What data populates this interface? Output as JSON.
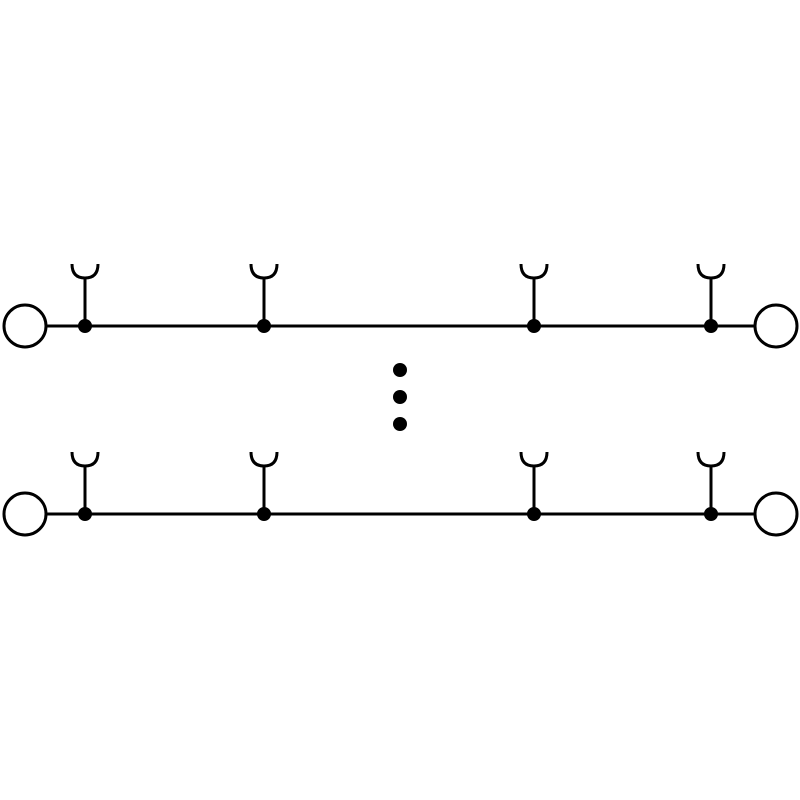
{
  "diagram": {
    "type": "terminal-block-schematic",
    "stroke_color": "#000000",
    "background_color": "#ffffff",
    "rows": [
      {
        "name": "top-row",
        "end_terminals": [
          "left",
          "right"
        ],
        "tap_count": 4,
        "tap_symbol": "plug-socket"
      },
      {
        "name": "bottom-row",
        "end_terminals": [
          "left",
          "right"
        ],
        "tap_count": 4,
        "tap_symbol": "plug-socket"
      }
    ],
    "continuation_marker": {
      "symbol": "vertical-ellipsis",
      "dot_count": 3
    }
  }
}
